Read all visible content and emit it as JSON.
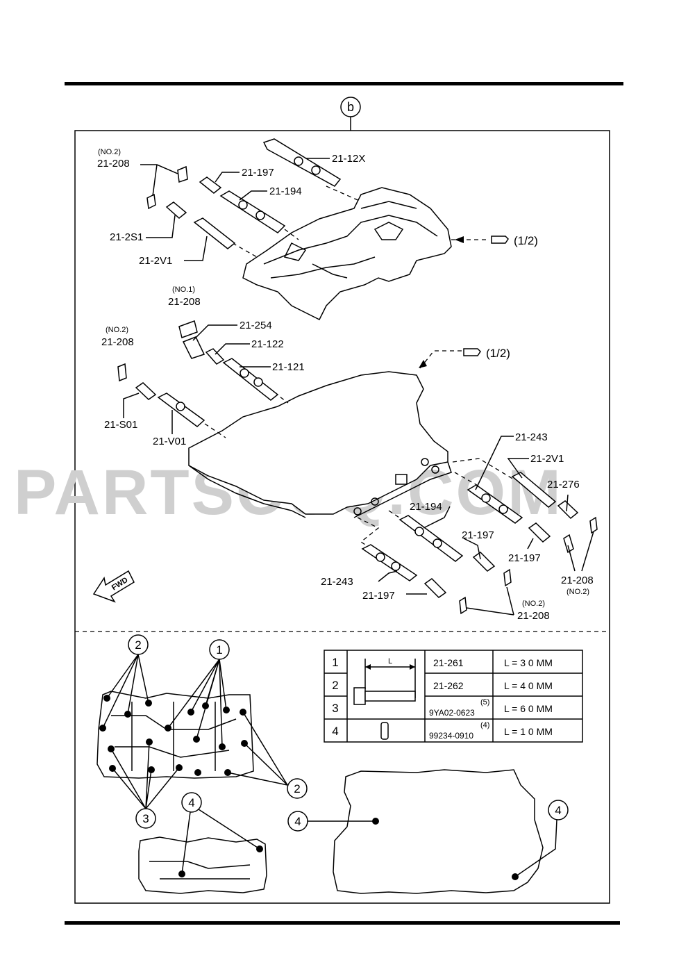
{
  "section_marker": "b",
  "watermark": "PARTSOUQ.COM",
  "fwd": "FWD",
  "arrow_refs": [
    {
      "ref": "(1/2)"
    },
    {
      "ref": "(1/2)"
    }
  ],
  "upper_labels": {
    "no2_a": "(NO.2)",
    "p208_a": "21-208",
    "p12x": "21-12X",
    "p197_a": "21-197",
    "p194_a": "21-194",
    "p2s1": "21-2S1",
    "p2v1_a": "21-2V1",
    "no1": "(NO.1)",
    "p208_b": "21-208",
    "no2_b": "(NO.2)",
    "p208_c": "21-208",
    "p254": "21-254",
    "p122": "21-122",
    "p121": "21-121",
    "ps01": "21-S01",
    "pv01": "21-V01",
    "p243_a": "21-243",
    "p2v1_b": "21-2V1",
    "p276": "21-276",
    "p194_b": "21-194",
    "p197_b": "21-197",
    "p197_c": "21-197",
    "p243_b": "21-243",
    "p197_d": "21-197",
    "p208_d": "21-208",
    "no2_d": "(NO.2)",
    "no2_e": "(NO.2)",
    "p208_e": "21-208"
  },
  "bolt_table": {
    "dimension_label": "L",
    "rows": [
      {
        "num": "1",
        "part": "21-261",
        "qty": "",
        "length": "L = 3 0 MM"
      },
      {
        "num": "2",
        "part": "21-262",
        "qty": "",
        "length": "L = 4 0 MM"
      },
      {
        "num": "3",
        "part": "9YA02-0623",
        "qty": "(5)",
        "length": "L = 6 0 MM"
      },
      {
        "num": "4",
        "part": "99234-0910",
        "qty": "(4)",
        "length": "L = 1 0 MM"
      }
    ]
  },
  "callouts": {
    "c2_top": "2",
    "c1_top": "1",
    "c2_right": "2",
    "c3": "3",
    "c4_left": "4",
    "c4_gasket_left": "4",
    "c4_gasket_right": "4"
  }
}
